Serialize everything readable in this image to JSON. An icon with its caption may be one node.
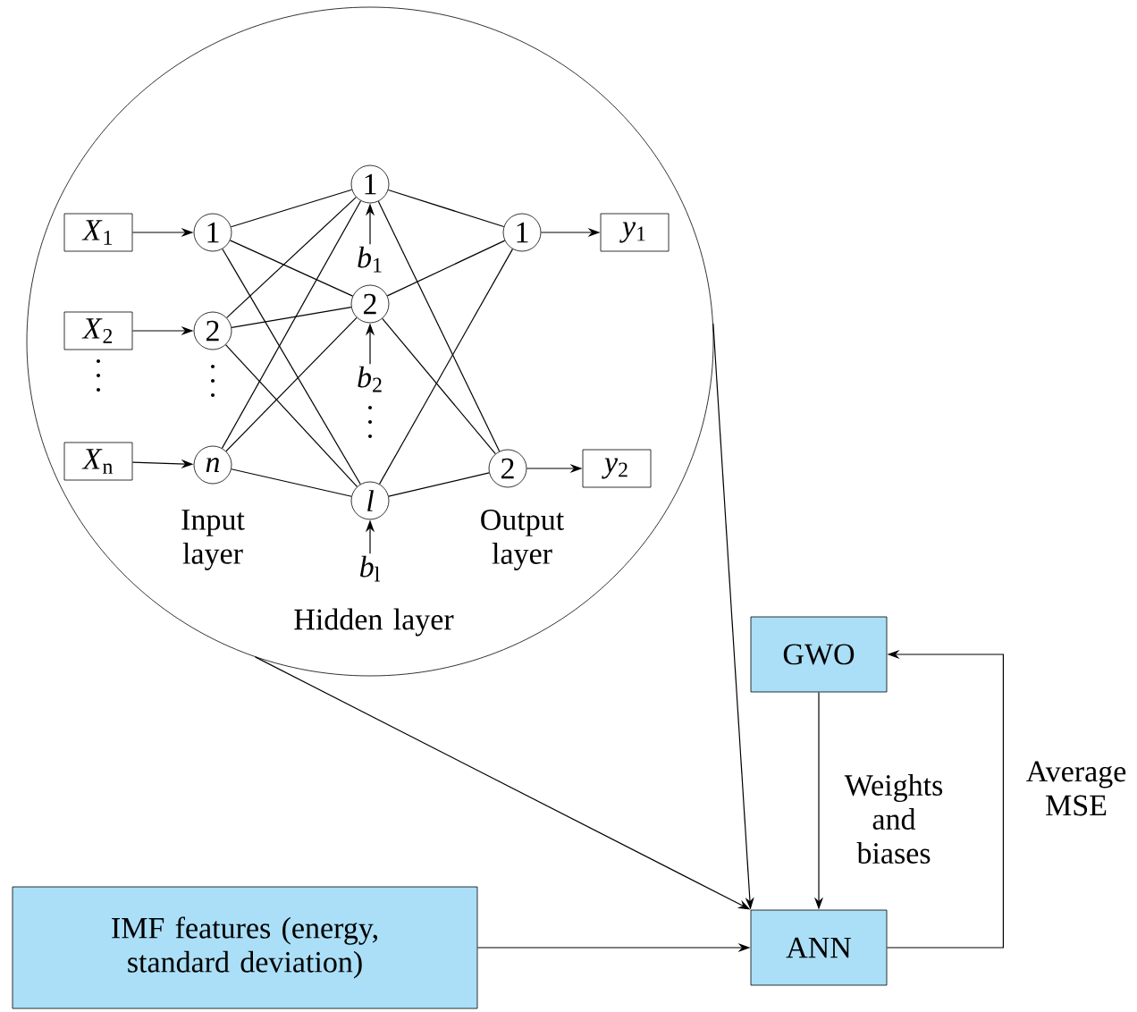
{
  "diagram": {
    "nodes": [
      {
        "text": [],
        "shape": "circle"
      },
      {
        "text": [
          "*X*$_{1}$"
        ],
        "in": 0
      },
      {
        "text": [
          "*X*$_{2}$"
        ],
        "in": 0
      },
      {
        "text": [
          "*X*$_{n}$"
        ],
        "in": 0
      },
      {
        "text": [
          "1"
        ],
        "in": 0
      },
      {
        "text": [
          "2"
        ],
        "in": 0
      },
      {
        "text": [
          "*n*"
        ],
        "in": 0
      },
      {
        "text": [
          "1"
        ],
        "in": 0
      },
      {
        "text": [
          "2"
        ],
        "in": 0
      },
      {
        "text": [
          "*l*"
        ],
        "in": 0
      },
      {
        "text": [
          "1"
        ],
        "in": 0
      },
      {
        "text": [
          "2"
        ],
        "in": 0
      },
      {
        "text": [
          "*y*$_{1}$"
        ],
        "in": 0
      },
      {
        "text": [
          "*y*$_{2}$"
        ],
        "in": 0
      },
      {
        "text": [
          "*b*$_{1}$"
        ],
        "in": 0
      },
      {
        "text": [
          "*b*$_{2}$"
        ],
        "in": 0
      },
      {
        "text": [
          "*b*$_{l}$"
        ],
        "in": 0
      },
      {
        "text": [
          "GWO"
        ]
      },
      {
        "text": [
          "ANN"
        ]
      },
      {
        "text": [
          "IMF features (energy, standard deviation)"
        ]
      }
    ],
    "edges": [
      {
        "from": 1,
        "to": 4,
        "arrow": "to"
      },
      {
        "from": 2,
        "to": 5,
        "arrow": "to"
      },
      {
        "from": 3,
        "to": 6,
        "arrow": "to"
      },
      {
        "from": 4,
        "to": 7,
        "arrow": "none"
      },
      {
        "from": 4,
        "to": 8,
        "arrow": "none"
      },
      {
        "from": 4,
        "to": 9,
        "arrow": "none"
      },
      {
        "from": 5,
        "to": 7,
        "arrow": "none"
      },
      {
        "from": 5,
        "to": 8,
        "arrow": "none"
      },
      {
        "from": 5,
        "to": 9,
        "arrow": "none"
      },
      {
        "from": 6,
        "to": 7,
        "arrow": "none"
      },
      {
        "from": 6,
        "to": 8,
        "arrow": "none"
      },
      {
        "from": 6,
        "to": 9,
        "arrow": "none"
      },
      {
        "from": 7,
        "to": 10,
        "arrow": "none"
      },
      {
        "from": 7,
        "to": 11,
        "arrow": "none"
      },
      {
        "from": 8,
        "to": 10,
        "arrow": "none"
      },
      {
        "from": 8,
        "to": 11,
        "arrow": "none"
      },
      {
        "from": 9,
        "to": 10,
        "arrow": "none"
      },
      {
        "from": 9,
        "to": 11,
        "arrow": "none"
      },
      {
        "from": 10,
        "to": 12,
        "arrow": "to"
      },
      {
        "from": 11,
        "to": 13,
        "arrow": "to"
      },
      {
        "from": 14,
        "to": 7,
        "arrow": "to"
      },
      {
        "from": 15,
        "to": 8,
        "arrow": "to"
      },
      {
        "from": 16,
        "to": 9,
        "arrow": "to"
      },
      {
        "from": 0,
        "to": 18,
        "arrow": "to"
      },
      {
        "from": 0,
        "to": 18,
        "arrow": "to"
      },
      {
        "from": 19,
        "to": 18,
        "arrow": "to"
      },
      {
        "from": 17,
        "to": 18,
        "arrow": "to",
        "label": "Weights and biases"
      },
      {
        "from": 18,
        "to": 17,
        "arrow": "to",
        "label": "Average MSE"
      }
    ],
    "labels": [
      "Input layer",
      "Output layer",
      "Hidden layer"
    ]
  }
}
